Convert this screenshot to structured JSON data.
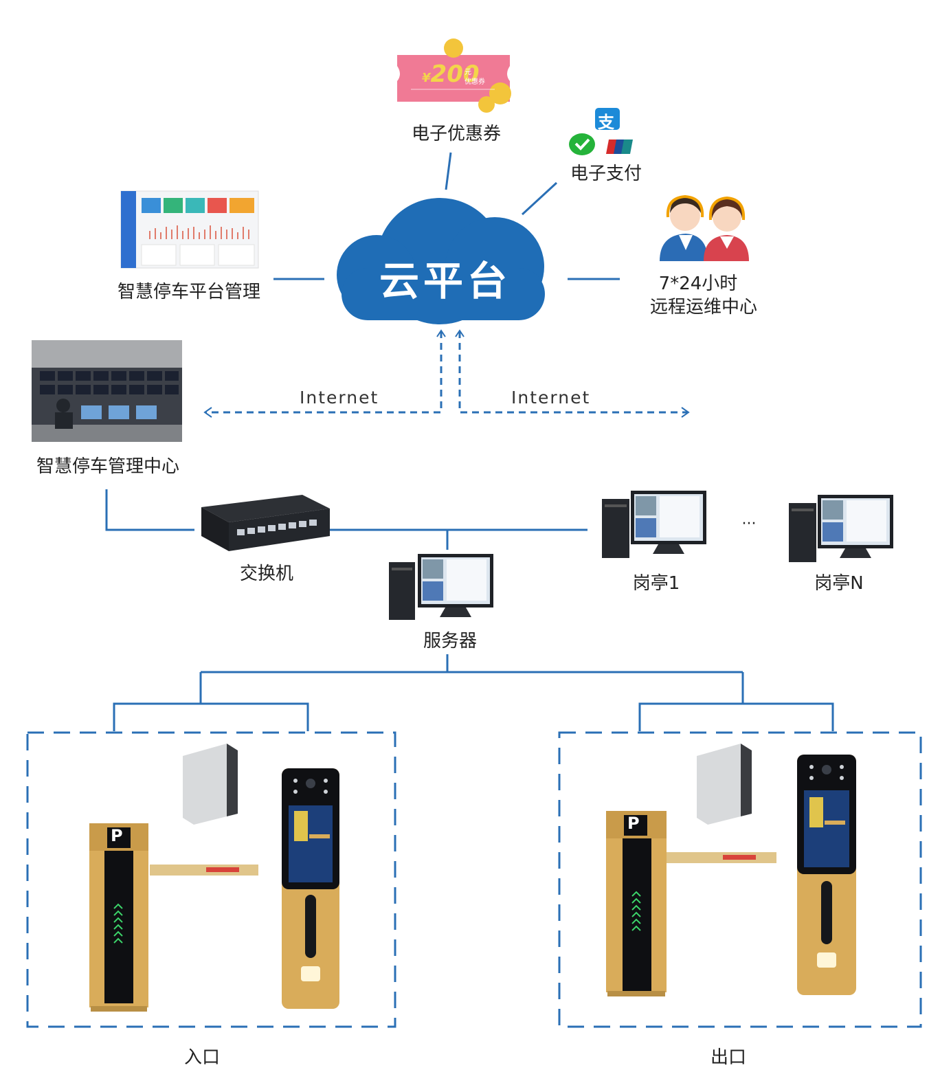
{
  "cloud": {
    "title": "云平台"
  },
  "coupon": {
    "amount": "200",
    "currency": "¥",
    "unit": "元",
    "type": "优惠券",
    "label": "电子优惠券"
  },
  "payment": {
    "alipay_glyph": "支",
    "label": "电子支付"
  },
  "platform_mgmt": {
    "label": "智慧停车平台管理"
  },
  "support": {
    "line1": "7*24小时",
    "line2": "远程运维中心"
  },
  "control_center": {
    "label": "智慧停车管理中心"
  },
  "internet": {
    "left": "Internet",
    "right": "Internet"
  },
  "switch": {
    "label": "交换机"
  },
  "server": {
    "label": "服务器"
  },
  "booths": {
    "first": "岗亭1",
    "ellipsis": "···",
    "last": "岗亭N"
  },
  "entrance": {
    "label": "入口",
    "barrier_sign": "P"
  },
  "exit": {
    "label": "出口",
    "barrier_sign": "P"
  },
  "colors": {
    "cloud": "#1f6db6",
    "line": "#2a6fb5",
    "gold": "#d9ac5a",
    "screen": "#1c3f7a"
  }
}
